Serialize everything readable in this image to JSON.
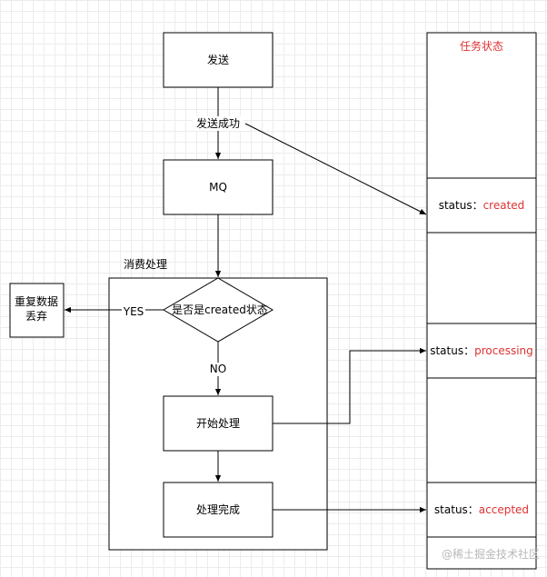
{
  "nodes": {
    "send": "发送",
    "mq": "MQ",
    "consume_group": "消费处理",
    "decision": "是否是created状态",
    "start_process": "开始处理",
    "process_done": "处理完成",
    "discard_line1": "重复数据",
    "discard_line2": "丢弃"
  },
  "edges": {
    "send_success": "发送成功",
    "yes": "YES",
    "no": "NO"
  },
  "task_status": {
    "title": "任务状态",
    "prefix": "status：",
    "created": "created",
    "processing": "processing",
    "accepted": "accepted"
  },
  "watermark": "@稀土掘金技术社区",
  "colors": {
    "status_value": "#e03131",
    "title": "#e03131"
  }
}
